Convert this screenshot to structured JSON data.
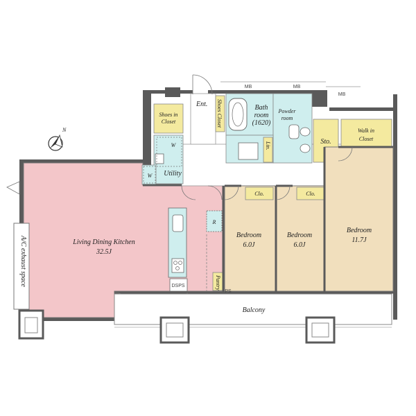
{
  "colors": {
    "ldk": "#f3c6c9",
    "bedroom": "#f1dfbd",
    "closet": "#f4ea9f",
    "wet": "#cfeeee",
    "hall": "#ffffff",
    "wall": "#5a5a5a",
    "balcony": "#ffffff"
  },
  "labels": {
    "ldk_name": "Living Dining Kitchen",
    "ldk_size": "32.5J",
    "entrance": "Ent.",
    "shoes_closet_v": "Shoes Closet",
    "shoes_in_closet_1": "Shoes in",
    "shoes_in_closet_2": "Closet",
    "bath_1": "Bath",
    "bath_2": "room",
    "bath_3": "(1620)",
    "powder_1": "Powder",
    "powder_2": "room",
    "linen": "Lin.",
    "storage": "Sto.",
    "walkin_1": "Walk in",
    "walkin_2": "Closet",
    "utility": "Utility",
    "w1": "W",
    "w2": "W",
    "refrigerator": "R",
    "pantry": "Pantry",
    "dsps": "DSPS",
    "ps": "PS",
    "clo1": "Clo.",
    "clo2": "Clo.",
    "bed1_name": "Bedroom",
    "bed1_size": "6.0J",
    "bed2_name": "Bedroom",
    "bed2_size": "6.0J",
    "bed3_name": "Bedroom",
    "bed3_size": "11.7J",
    "balcony": "Balcony",
    "ac_space": "A/C exhaust space",
    "mb1": "MB",
    "mb2": "MB",
    "mb3": "MB",
    "north": "N"
  }
}
